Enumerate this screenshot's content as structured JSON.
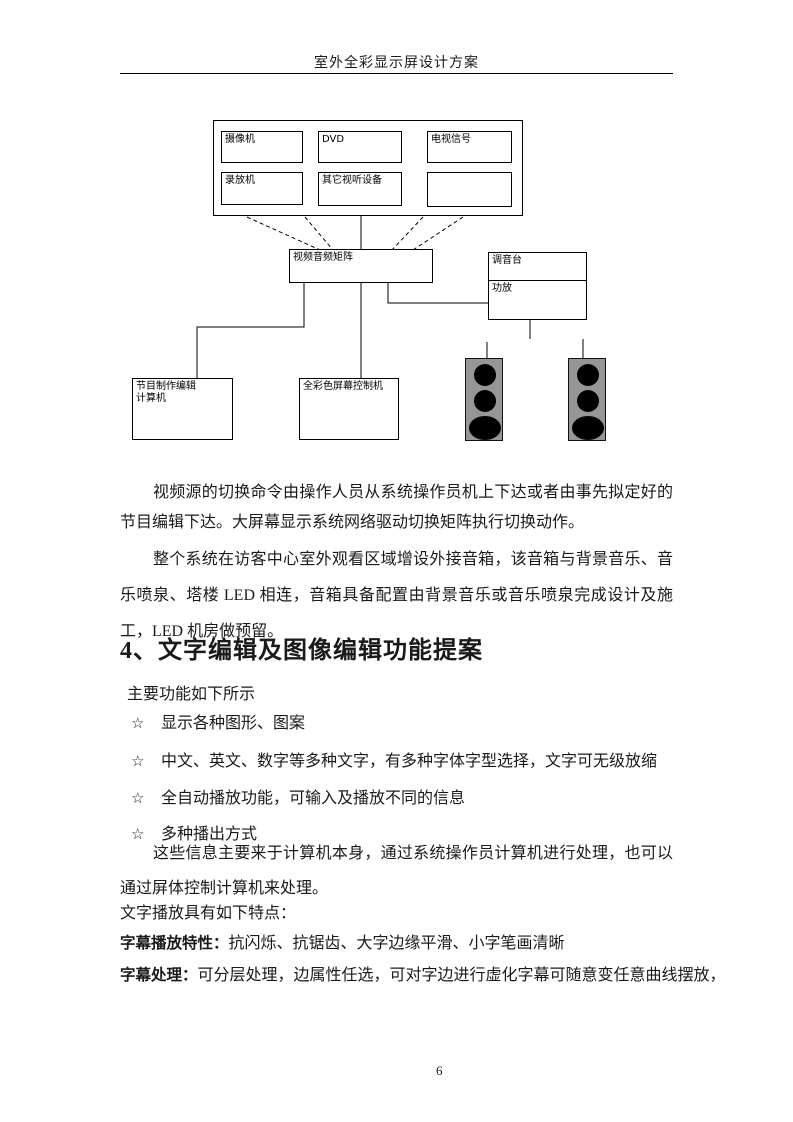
{
  "page": {
    "header_title": "室外全彩显示屏设计方案",
    "page_number": "6"
  },
  "diagram": {
    "labels": {
      "camera": "摄像机",
      "dvd": "DVD",
      "tv_signal": "电视信号",
      "recorder": "录放机",
      "other_av": "其它视听设备",
      "matrix": "视频音频矩阵",
      "mixer": "调音台",
      "amplifier": "功放",
      "program_computer_l1": "节目制作编辑",
      "program_computer_l2": "计算机",
      "screen_controller": "全彩色屏幕控制机"
    },
    "colors": {
      "speaker_fill": "#969696",
      "speaker_cone": "#000000",
      "line": "#000000"
    }
  },
  "content": {
    "para1": "视频源的切换命令由操作人员从系统操作员机上下达或者由事先拟定好的节目编辑下达。大屏幕显示系统网络驱动切换矩阵执行切换动作。",
    "para2": "整个系统在访客中心室外观看区域增设外接音箱，该音箱与背景音乐、音乐喷泉、塔楼 LED 相连，音箱具备配置由背景音乐或音乐喷泉完成设计及施工，LED 机房做预留。",
    "heading": "4、文字编辑及图像编辑功能提案",
    "list_intro": "主要功能如下所示",
    "bullet_char": "☆",
    "bullets": [
      "显示各种图形、图案",
      "中文、英文、数字等多种文字，有多种字体字型选择，文字可无级放缩",
      "全自动播放功能，可输入及播放不同的信息",
      "多种播出方式"
    ],
    "para3": "这些信息主要来于计算机本身，通过系统操作员计算机进行处理，也可以通过屏体控制计算机来处理。",
    "para4": "文字播放具有如下特点：",
    "feature1_label": "字幕播放特性：",
    "feature1_text": "抗闪烁、抗锯齿、大字边缘平滑、小字笔画清晰",
    "feature2_label": "字幕处理：",
    "feature2_text": "可分层处理，边属性任选，可对字边进行虚化字幕可随意变任意曲线摆放，"
  }
}
